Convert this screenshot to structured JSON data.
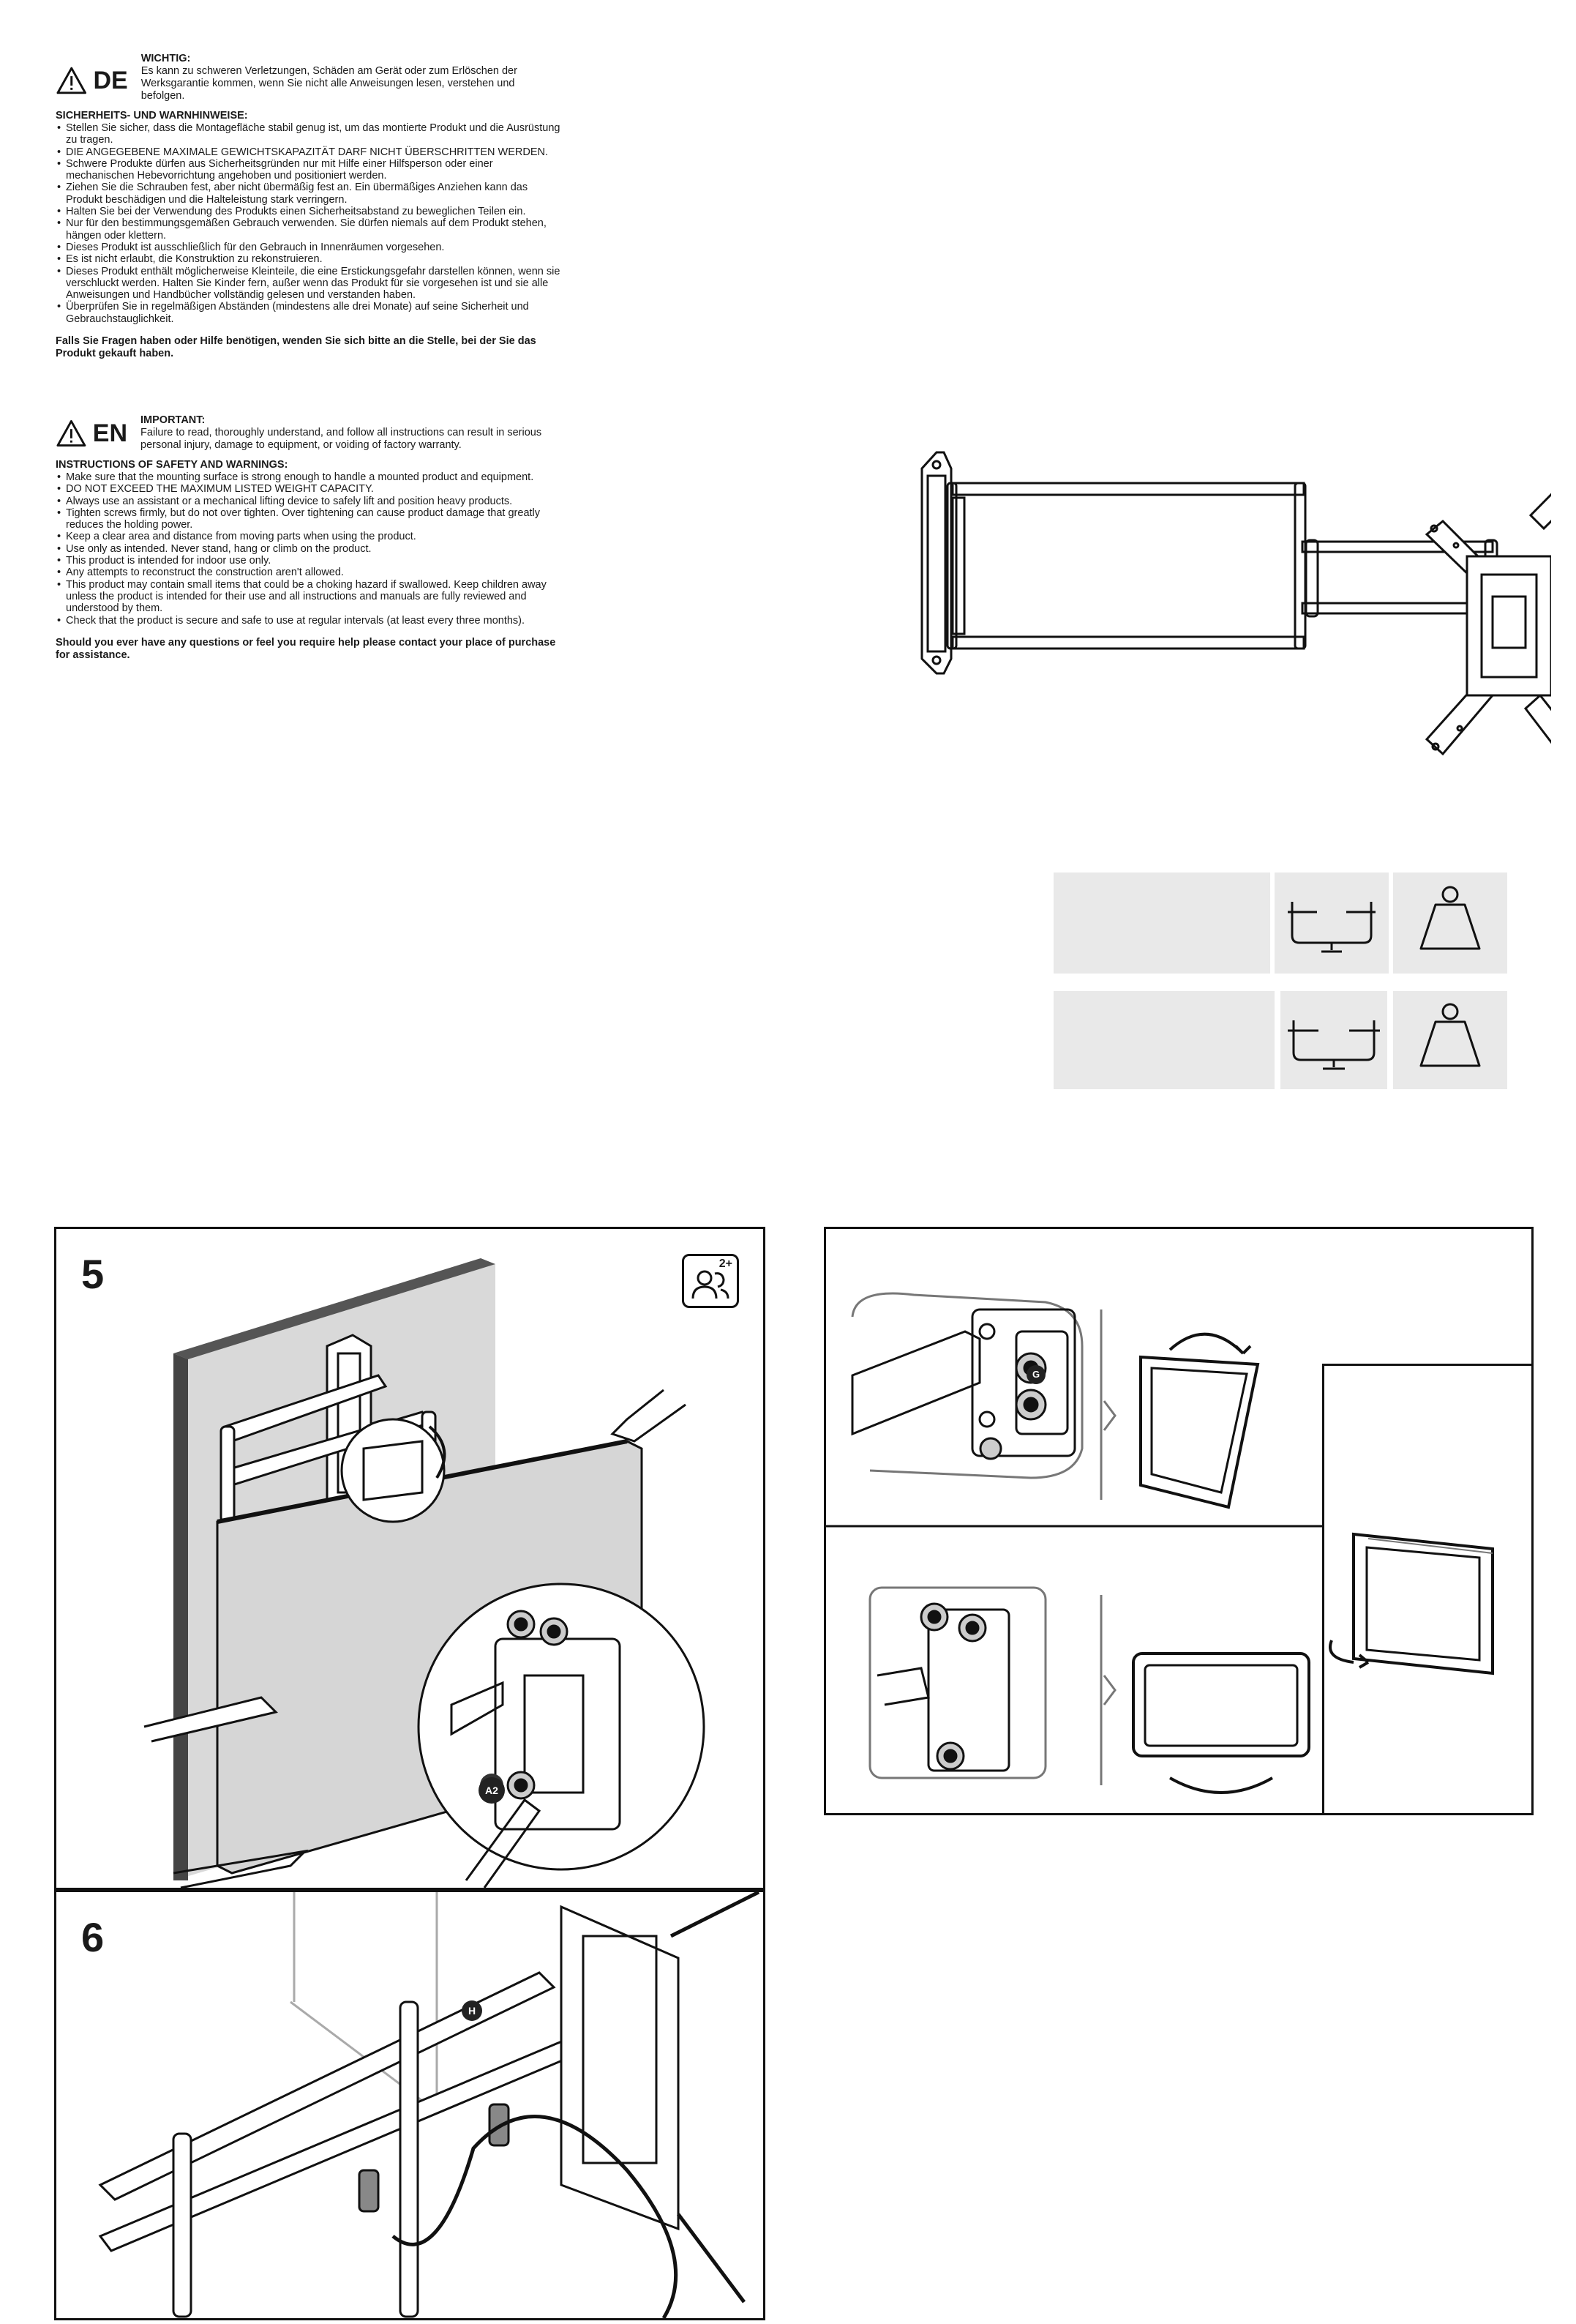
{
  "de": {
    "lang": "DE",
    "important": "WICHTIG:",
    "important_text": "Es kann zu schweren Verletzungen, Schäden am Gerät oder zum Erlöschen der Werksgarantie kommen, wenn Sie nicht alle Anweisungen lesen, verstehen und befolgen.",
    "section_title": "SICHERHEITS- UND WARNHINWEISE:",
    "items": [
      "Stellen Sie sicher, dass die Montagefläche stabil genug ist, um das montierte Produkt und die Ausrüstung zu tragen.",
      "DIE ANGEGEBENE MAXIMALE GEWICHTSKAPAZITÄT DARF NICHT ÜBERSCHRITTEN WERDEN.",
      "Schwere Produkte dürfen aus Sicherheitsgründen nur mit Hilfe einer Hilfsperson oder einer mechanischen Hebevorrichtung angehoben und positioniert werden.",
      "Ziehen Sie die Schrauben fest, aber nicht übermäßig fest an. Ein übermäßiges Anziehen kann das Produkt beschädigen und die Halteleistung stark verringern.",
      "Halten Sie bei der Verwendung des Produkts einen Sicherheitsabstand zu beweglichen Teilen ein.",
      "Nur für den bestimmungsgemäßen Gebrauch verwenden. Sie dürfen niemals auf dem Produkt stehen, hängen oder klettern.",
      "Dieses Produkt ist ausschließlich für den Gebrauch in Innenräumen vorgesehen.",
      "Es ist nicht erlaubt, die Konstruktion zu rekonstruieren.",
      "Dieses Produkt enthält möglicherweise Kleinteile, die eine Erstickungsgefahr darstellen können, wenn sie verschluckt werden. Halten Sie Kinder fern, außer wenn das Produkt für sie vorgesehen ist und sie alle Anweisungen und Handbücher vollständig gelesen und verstanden haben.",
      "Überprüfen Sie in regelmäßigen Abständen (mindestens alle drei Monate) auf seine Sicherheit und Gebrauchstauglichkeit."
    ],
    "closing": "Falls Sie Fragen haben oder Hilfe benötigen, wenden Sie sich bitte an die Stelle, bei der Sie das Produkt gekauft haben."
  },
  "en": {
    "lang": "EN",
    "important": "IMPORTANT:",
    "important_text": "Failure to read, thoroughly understand, and follow all instructions can result in serious personal injury, damage to equipment, or voiding of factory warranty.",
    "section_title": "INSTRUCTIONS OF SAFETY AND WARNINGS:",
    "items": [
      "Make sure that the mounting surface is strong enough to handle a mounted product and equipment.",
      "DO NOT EXCEED THE MAXIMUM LISTED WEIGHT CAPACITY.",
      "Always use an assistant or a mechanical lifting device to safely lift and position heavy products.",
      "Tighten screws firmly, but do not over tighten. Over tightening can cause product damage that greatly reduces the holding power.",
      "Keep a clear area and distance from moving parts when using the product.",
      "Use only as intended. Never stand, hang or climb on the product.",
      "This product is intended for indoor use only.",
      "Any attempts to reconstruct the construction aren't allowed.",
      "This product may contain small items that could be a choking hazard if swallowed. Keep children away unless the product is intended for their use and all instructions and manuals are fully reviewed and understood by them.",
      "Check that the product is secure and safe to use at regular intervals (at least every three months)."
    ],
    "closing": "Should you ever have any questions or feel you require help please contact your place of purchase for assistance."
  },
  "steps": {
    "step5": "5",
    "step6": "6",
    "persons_badge": "2+",
    "part_a2": "A2",
    "part_g": "G",
    "part_h": "H"
  },
  "icons": [
    "warning-triangle-icon",
    "tv-screen-icon",
    "weight-icon",
    "two-persons-icon",
    "rotate-arrow-icon"
  ],
  "colors": {
    "grey_box": "#e9e9e9",
    "line": "#111111",
    "wall": "#d9d9d9"
  }
}
